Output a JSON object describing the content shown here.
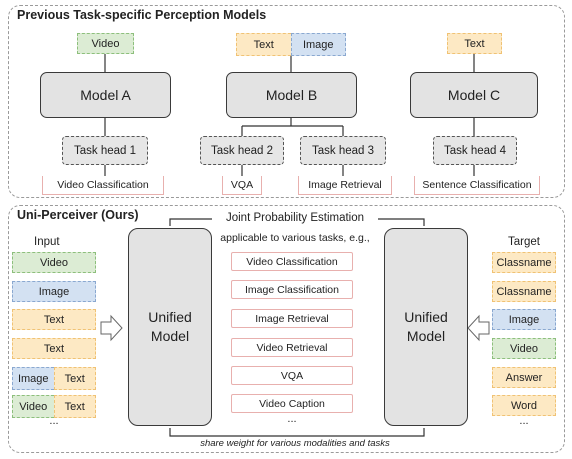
{
  "top": {
    "title": "Previous Task-specific Perception Models",
    "inputs": {
      "a": "Video",
      "b1": "Text",
      "b2": "Image",
      "c": "Text"
    },
    "models": {
      "a": "Model A",
      "b": "Model B",
      "c": "Model C"
    },
    "heads": [
      "Task head 1",
      "Task head 2",
      "Task head 3",
      "Task head 4"
    ],
    "outputs": [
      "Video  Classification",
      "VQA",
      "Image Retrieval",
      "Sentence Classification"
    ]
  },
  "bottom": {
    "title": "Uni-Perceiver (Ours)",
    "joint_label": "Joint Probability Estimation",
    "applicable": "applicable to various tasks, e.g.,",
    "input_label": "Input",
    "target_label": "Target",
    "unified_line1": "Unified",
    "unified_line2": "Model",
    "inputs": [
      {
        "items": [
          {
            "text": "Video",
            "color": "green"
          }
        ]
      },
      {
        "items": [
          {
            "text": "Image",
            "color": "blue"
          }
        ]
      },
      {
        "items": [
          {
            "text": "Text",
            "color": "orange"
          }
        ]
      },
      {
        "items": [
          {
            "text": "Text",
            "color": "orange"
          }
        ]
      },
      {
        "items": [
          {
            "text": "Image",
            "color": "blue"
          },
          {
            "text": "Text",
            "color": "orange"
          }
        ]
      },
      {
        "items": [
          {
            "text": "Video",
            "color": "green"
          },
          {
            "text": "Text",
            "color": "orange"
          }
        ]
      }
    ],
    "input_ellipsis": "...",
    "tasks": [
      "Video Classification",
      "Image Classification",
      "Image Retrieval",
      "Video Retrieval",
      "VQA",
      "Video Caption"
    ],
    "task_ellipsis": "...",
    "targets": [
      {
        "text": "Classname",
        "color": "orange"
      },
      {
        "text": "Classname",
        "color": "orange"
      },
      {
        "text": "Image",
        "color": "blue"
      },
      {
        "text": "Video",
        "color": "green"
      },
      {
        "text": "Answer",
        "color": "orange"
      },
      {
        "text": "Word",
        "color": "orange"
      }
    ],
    "target_ellipsis": "...",
    "share_label": "share weight for various modalities and tasks"
  }
}
